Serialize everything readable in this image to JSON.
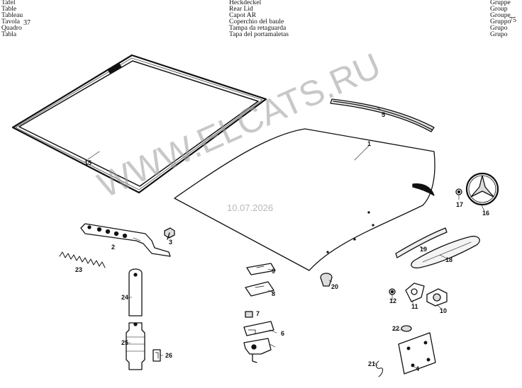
{
  "header": {
    "left_labels": [
      "Tafel",
      "Table",
      "Tableau",
      "Tavola",
      "Quadro",
      "Tabla"
    ],
    "table_number": "37",
    "middle_labels": [
      "Heckdeckel",
      "Rear Lid",
      "Capot AR",
      "Coperchio del baule",
      "Tampa da retaguarda",
      "Tapa del portamaletas"
    ],
    "right_labels": [
      "Gruppe",
      "Group",
      "Groupe",
      "Gruppo",
      "Grupo",
      "Grupo"
    ],
    "group_number": "75"
  },
  "watermark": {
    "site": "WWW.ELCATS.RU",
    "date": "10.07.2026"
  },
  "callouts": {
    "p1": "1",
    "p2": "2",
    "p3": "3",
    "p4": "4",
    "p5": "5",
    "p6": "6",
    "p7": "7",
    "p8": "8",
    "p9": "9",
    "p10": "10",
    "p11": "11",
    "p12": "12",
    "p15": "15",
    "p16": "16",
    "p17": "17",
    "p18": "18",
    "p19": "19",
    "p20": "20",
    "p21": "21",
    "p22": "22",
    "p23": "23",
    "p24": "24",
    "p25": "25",
    "p26": "26"
  }
}
